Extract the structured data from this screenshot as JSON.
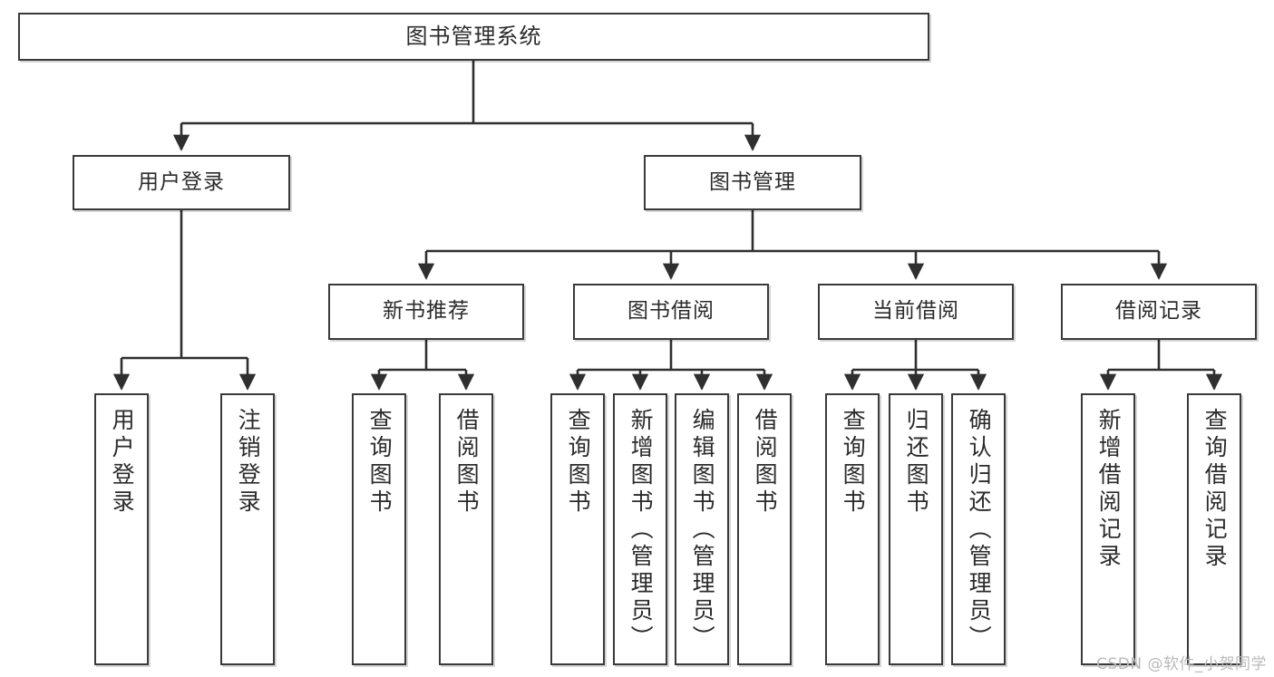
{
  "diagram": {
    "kind": "tree-diagram",
    "title": "图书管理系统",
    "colors": {
      "box_border": "#3a3a3a",
      "box_fill": "#ffffff",
      "edge": "#2f2f2f",
      "text": "#2b2b2b",
      "watermark": "#b9b9b9",
      "background": "#ffffff"
    },
    "watermark": "CSDN @软件_小贺同学",
    "nodes": {
      "root": {
        "label": "图书管理系统"
      },
      "level2": [
        {
          "label": "用户登录"
        },
        {
          "label": "图书管理"
        }
      ],
      "level3": [
        {
          "label": "新书推荐"
        },
        {
          "label": "图书借阅"
        },
        {
          "label": "当前借阅"
        },
        {
          "label": "借阅记录"
        }
      ],
      "leaves": {
        "user_login": [
          {
            "label": "用户登录"
          },
          {
            "label": "注销登录"
          }
        ],
        "new_book_recommend": [
          {
            "label": "查询图书"
          },
          {
            "label": "借阅图书"
          }
        ],
        "book_borrow": [
          {
            "label": "查询图书"
          },
          {
            "label": "新增图书（管理员）"
          },
          {
            "label": "编辑图书（管理员）"
          },
          {
            "label": "借阅图书"
          }
        ],
        "current_borrow": [
          {
            "label": "查询图书"
          },
          {
            "label": "归还图书"
          },
          {
            "label": "确认归还（管理员）"
          }
        ],
        "borrow_record": [
          {
            "label": "新增借阅记录"
          },
          {
            "label": "查询借阅记录"
          }
        ]
      }
    }
  }
}
